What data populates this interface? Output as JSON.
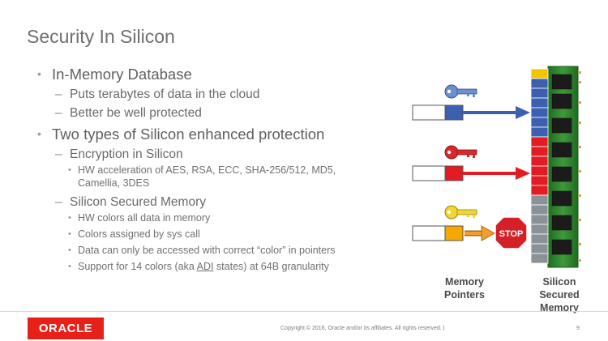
{
  "slide": {
    "title": "Security In Silicon",
    "bullets": [
      {
        "text": "In-Memory Database",
        "subs": [
          {
            "text": "Puts terabytes of data in the cloud"
          },
          {
            "text": "Better be well protected"
          }
        ]
      },
      {
        "text": "Two types of Silicon enhanced protection",
        "subs": [
          {
            "text": "Encryption in Silicon",
            "items": [
              "HW acceleration of AES, RSA, ECC, SHA-256/512, MD5, Camellia, 3DES"
            ]
          },
          {
            "text": "Silicon Secured Memory",
            "items": [
              "HW colors all data in memory",
              "Colors assigned by sys call",
              "Data can only be accessed with correct “color” in pointers"
            ],
            "last_item": {
              "before": "Support for 14 colors (aka ",
              "link": "ADI",
              "after": " states) at 64B granularity"
            }
          }
        ]
      }
    ]
  },
  "diagram": {
    "stop_sign": "STOP",
    "memory_pointers_label": "Memory Pointers",
    "silicon_label": "Silicon Secured Memory",
    "colors": {
      "blue": "#3d5fb0",
      "red": "#e31b23",
      "yellow": "#f5c400",
      "gray": "#8a9298",
      "stop": "#d62027",
      "green_board": "#2f7d2f",
      "key_blue": "#6b8fd0",
      "key_red": "#d9292f",
      "key_yellow": "#f2d530"
    },
    "icons": [
      "key-icon",
      "arrow-icon",
      "stop-sign-icon",
      "memory-module-icon"
    ]
  },
  "footer": {
    "logo": "ORACLE",
    "copyright": "Copyright © 2016, Oracle and/or its affiliates. All rights reserved.  |",
    "page": "9",
    "brand_color": "#e8201a"
  }
}
